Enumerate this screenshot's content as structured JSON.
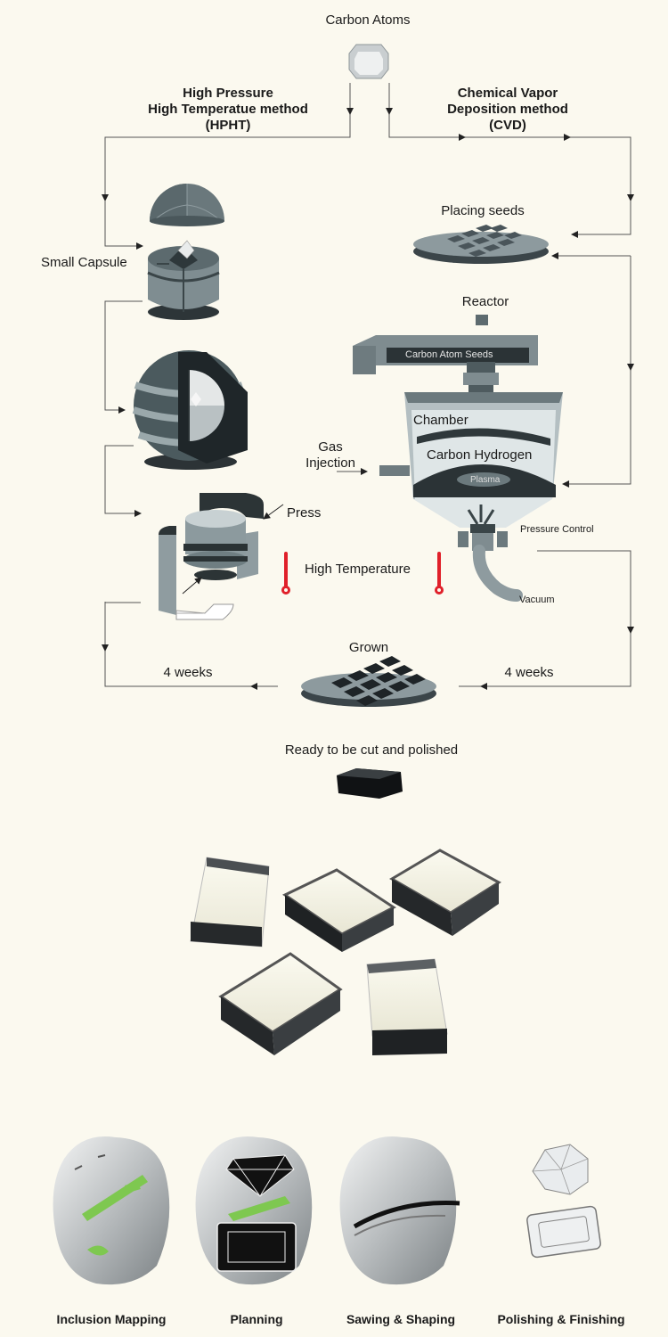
{
  "diagram": {
    "source_label": "Carbon Atoms",
    "hpht": {
      "line1": "High Pressure",
      "line2": "High Temperatue method",
      "line3": "(HPHT)",
      "small_capsule": "Small Capsule",
      "press": "Press",
      "high_temperature": "High Temperature",
      "duration": "4 weeks"
    },
    "cvd": {
      "line1": "Chemical Vapor",
      "line2": "Deposition method",
      "line3": "(CVD)",
      "placing_seeds": "Placing seeds",
      "reactor": "Reactor",
      "carbon_atom_seeds": "Carbon Atom Seeds",
      "chamber": "Chamber",
      "gas_line1": "Gas",
      "gas_line2": "Injection",
      "carbon_hydrogen": "Carbon Hydrogen",
      "plasma": "Plasma",
      "pressure_control": "Pressure Control",
      "vacuum": "Vacuum",
      "duration": "4 weeks"
    },
    "grown": "Grown",
    "ready": "Ready to be cut and polished"
  },
  "steps": [
    {
      "label": "Inclusion Mapping"
    },
    {
      "label": "Planning"
    },
    {
      "label": "Sawing & Shaping"
    },
    {
      "label": "Polishing & Finishing"
    }
  ],
  "colors": {
    "background": "#fbf9ef",
    "metal_dark": "#3d4a4f",
    "metal_mid": "#66757a",
    "metal_light": "#b4bfc2",
    "thermometer_red": "#e0202a",
    "inclusion_green": "#7ec850"
  }
}
